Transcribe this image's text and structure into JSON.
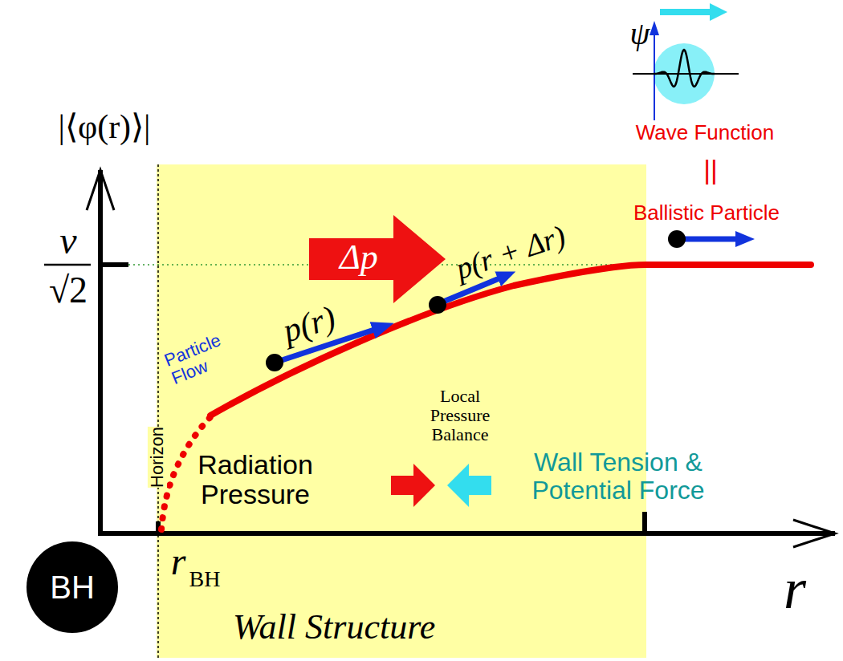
{
  "diagram": {
    "nodes": [
      {
        "text": [
          "Wall Structure"
        ]
      },
      {
        "text": [
          "Δp"
        ],
        "in": 0
      },
      {
        "text": [
          "BH"
        ]
      }
    ],
    "labels": [
      "|⟨φ(r)⟩|",
      "v",
      "√2",
      "Horizon",
      "r",
      "BH",
      "r",
      "Particle Flow",
      "p(r)",
      "p(r + Δr)",
      "Local Pressure Balance",
      "Radiation Pressure",
      "Wall Tension & Potential Force",
      "ψ",
      "Wave Function",
      "||",
      "Ballistic Particle"
    ]
  }
}
